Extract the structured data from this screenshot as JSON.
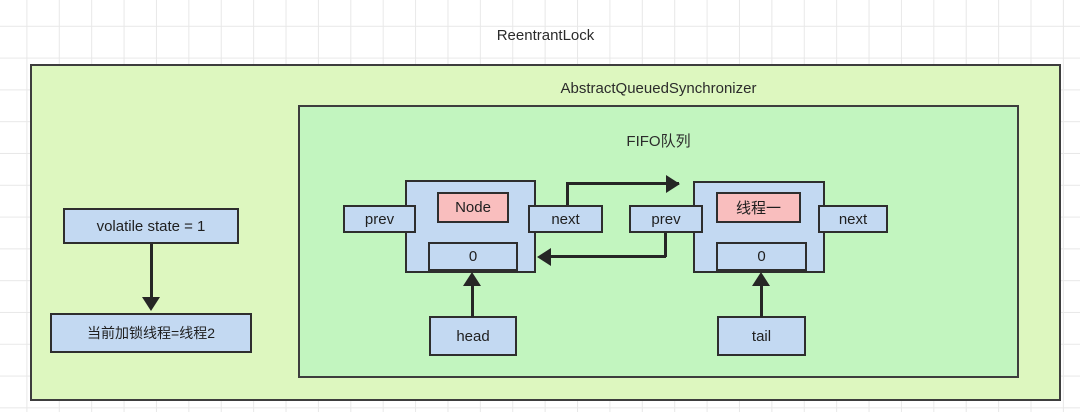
{
  "diagram": {
    "outer_title": "ReentrantLock",
    "inner_title": "AbstractQueuedSynchronizer",
    "queue_title": "FIFO队列",
    "colors": {
      "outer_fill": "#ddf7bf",
      "inner_fill": "#c2f5bf",
      "box_fill": "#c3d9f2",
      "highlight_fill": "#f9bebe",
      "stroke": "#2e2e2e",
      "grid": "#e8e8e8"
    }
  },
  "left_column": {
    "state": "volatile state = 1",
    "lock_owner": "当前加锁线程=线程2"
  },
  "nodes": [
    {
      "id": "node1",
      "label": "Node",
      "wait_status": "0",
      "prev": "prev",
      "next": "next",
      "pointer": "head"
    },
    {
      "id": "node2",
      "label": "线程一",
      "wait_status": "0",
      "prev": "prev",
      "next": "next",
      "pointer": "tail"
    }
  ],
  "pointers": {
    "head": "head",
    "tail": "tail"
  }
}
